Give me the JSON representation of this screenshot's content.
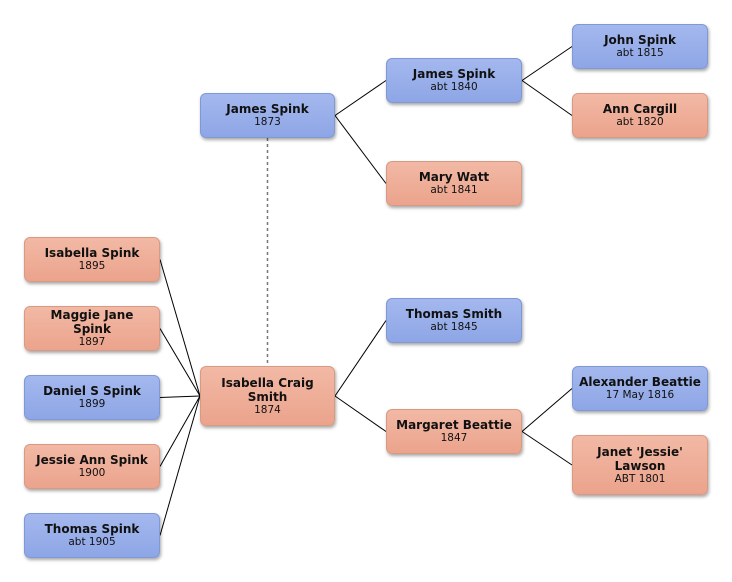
{
  "colors": {
    "male": "#93a9e8",
    "female": "#eea892",
    "line": "#000000",
    "spouse_line": "#777777"
  },
  "people": [
    {
      "id": "james-spink-1873",
      "name": "James Spink",
      "date": "1873",
      "sex": "male"
    },
    {
      "id": "james-spink-1840",
      "name": "James Spink",
      "date": "abt 1840",
      "sex": "male"
    },
    {
      "id": "mary-watt",
      "name": "Mary Watt",
      "date": "abt 1841",
      "sex": "female"
    },
    {
      "id": "john-spink",
      "name": "John Spink",
      "date": "abt 1815",
      "sex": "male"
    },
    {
      "id": "ann-cargill",
      "name": "Ann Cargill",
      "date": "abt 1820",
      "sex": "female"
    },
    {
      "id": "isabella-craig-smith",
      "name": "Isabella Craig Smith",
      "date": "1874",
      "sex": "female"
    },
    {
      "id": "thomas-smith",
      "name": "Thomas Smith",
      "date": "abt 1845",
      "sex": "male"
    },
    {
      "id": "margaret-beattie",
      "name": "Margaret Beattie",
      "date": "1847",
      "sex": "female"
    },
    {
      "id": "alexander-beattie",
      "name": "Alexander Beattie",
      "date": "17 May 1816",
      "sex": "male"
    },
    {
      "id": "janet-lawson",
      "name": "Janet 'Jessie' Lawson",
      "date": "ABT 1801",
      "sex": "female"
    },
    {
      "id": "isabella-spink",
      "name": "Isabella Spink",
      "date": "1895",
      "sex": "female"
    },
    {
      "id": "maggie-jane-spink",
      "name": "Maggie Jane Spink",
      "date": "1897",
      "sex": "female"
    },
    {
      "id": "daniel-s-spink",
      "name": "Daniel S Spink",
      "date": "1899",
      "sex": "male"
    },
    {
      "id": "jessie-ann-spink",
      "name": "Jessie Ann Spink",
      "date": "1900",
      "sex": "female"
    },
    {
      "id": "thomas-spink",
      "name": "Thomas Spink",
      "date": "abt 1905",
      "sex": "male"
    }
  ],
  "links": [
    {
      "from": "james-spink-1873",
      "to": "james-spink-1840",
      "kind": "parent"
    },
    {
      "from": "james-spink-1873",
      "to": "mary-watt",
      "kind": "parent"
    },
    {
      "from": "james-spink-1840",
      "to": "john-spink",
      "kind": "parent"
    },
    {
      "from": "james-spink-1840",
      "to": "ann-cargill",
      "kind": "parent"
    },
    {
      "from": "isabella-craig-smith",
      "to": "thomas-smith",
      "kind": "parent"
    },
    {
      "from": "isabella-craig-smith",
      "to": "margaret-beattie",
      "kind": "parent"
    },
    {
      "from": "margaret-beattie",
      "to": "alexander-beattie",
      "kind": "parent"
    },
    {
      "from": "margaret-beattie",
      "to": "janet-lawson",
      "kind": "parent"
    },
    {
      "from": "isabella-craig-smith",
      "to": "isabella-spink",
      "kind": "child"
    },
    {
      "from": "isabella-craig-smith",
      "to": "maggie-jane-spink",
      "kind": "child"
    },
    {
      "from": "isabella-craig-smith",
      "to": "daniel-s-spink",
      "kind": "child"
    },
    {
      "from": "isabella-craig-smith",
      "to": "jessie-ann-spink",
      "kind": "child"
    },
    {
      "from": "isabella-craig-smith",
      "to": "thomas-spink",
      "kind": "child"
    },
    {
      "from": "james-spink-1873",
      "to": "isabella-craig-smith",
      "kind": "spouse"
    }
  ]
}
